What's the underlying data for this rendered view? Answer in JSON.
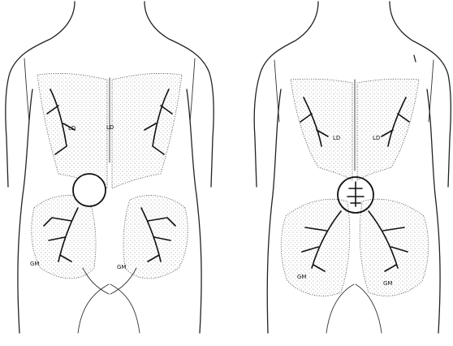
{
  "figure": {
    "left_panel": {
      "labels": [
        "LD",
        "LD",
        "GM",
        "GM"
      ]
    },
    "right_panel": {
      "labels": [
        "LD",
        "LD",
        "GM",
        "GM"
      ]
    },
    "colors": {
      "line": "#222222",
      "stipple": "#9a9a9a",
      "background": "#ffffff"
    }
  }
}
